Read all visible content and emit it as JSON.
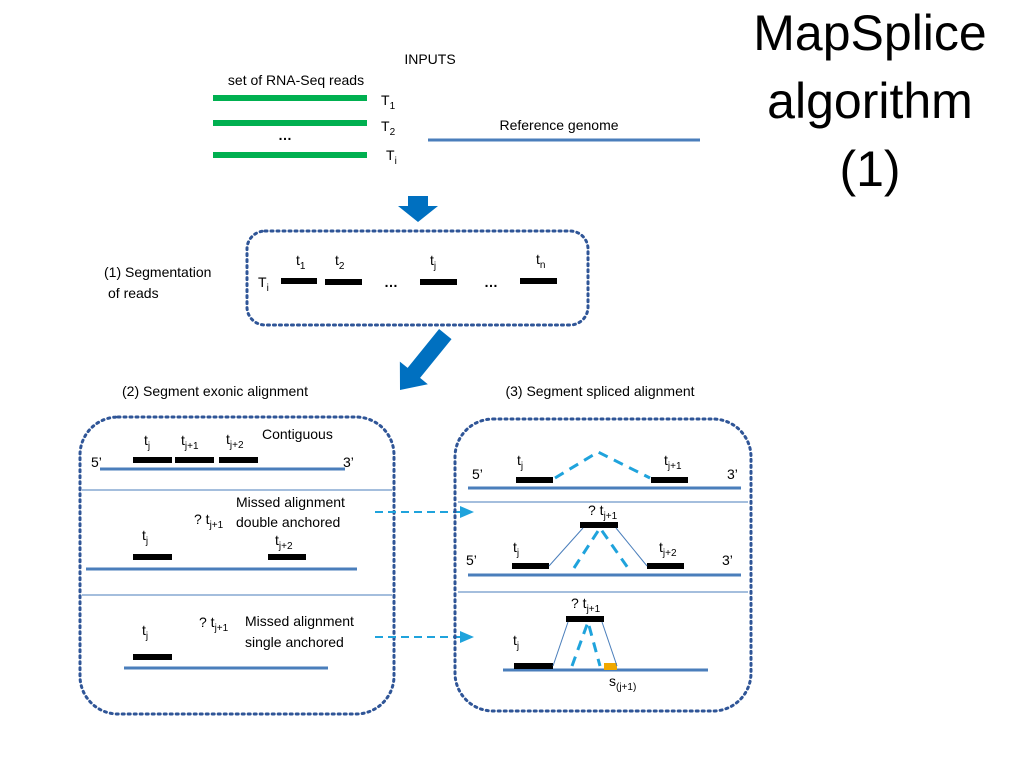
{
  "title": {
    "line1": "MapSplice",
    "line2": "algorithm",
    "line3": "(1)"
  },
  "inputs": {
    "heading": "INPUTS",
    "reads_label": "set of RNA-Seq reads",
    "t1": "T",
    "t1_sub": "1",
    "t2": "T",
    "t2_sub": "2",
    "dots": "…",
    "ti": "T",
    "ti_sub": "i",
    "reference_label": "Reference genome"
  },
  "segmentation": {
    "label_line1": "(1)  Segmentation",
    "label_line2": "of reads",
    "Ti": "T",
    "Ti_sub": "i",
    "seg_t1": "t",
    "seg_t1_sub": "1",
    "seg_t2": "t",
    "seg_t2_sub": "2",
    "seg_tj": "t",
    "seg_tj_sub": "j",
    "seg_tn": "t",
    "seg_tn_sub": "n",
    "dots1": "…",
    "dots2": "…"
  },
  "exonic": {
    "heading": "(2) Segment exonic alignment",
    "contiguous": "Contiguous",
    "five": "5’",
    "three": "3’",
    "tj": "t",
    "tj_sub": "j",
    "tj1": "t",
    "tj1_sub": "j+1",
    "tj2": "t",
    "tj2_sub": "j+2",
    "missed_double_l1": "Missed alignment",
    "missed_double_l2": "double anchored",
    "q_tj1": "? t",
    "q_tj1_sub": "j+1",
    "d_tj": "t",
    "d_tj_sub": "j",
    "d_tj2": "t",
    "d_tj2_sub": "j+2",
    "missed_single_l1": "Missed alignment",
    "missed_single_l2": "single anchored",
    "s_q_tj1": "? t",
    "s_q_tj1_sub": "j+1",
    "s_tj": "t",
    "s_tj_sub": "j"
  },
  "spliced": {
    "heading": "(3) Segment spliced alignment",
    "five": "5’",
    "three": "3’",
    "a_tj": "t",
    "a_tj_sub": "j",
    "a_tj1": "t",
    "a_tj1_sub": "j+1",
    "b_q": "? t",
    "b_q_sub": "j+1",
    "b_five": "5’",
    "b_three": "3’",
    "b_tj": "t",
    "b_tj_sub": "j",
    "b_tj2": "t",
    "b_tj2_sub": "j+2",
    "c_q": "? t",
    "c_q_sub": "j+1",
    "c_tj": "t",
    "c_tj_sub": "j",
    "c_s": "s",
    "c_s_sub": "(j+1)"
  },
  "colors": {
    "reads": "#00b050",
    "reference": "#4a7ebb",
    "arrow": "#0070c0",
    "splice_dash": "#1fa3dc",
    "box_border": "#2f5597",
    "site_marker": "#f0a800"
  }
}
